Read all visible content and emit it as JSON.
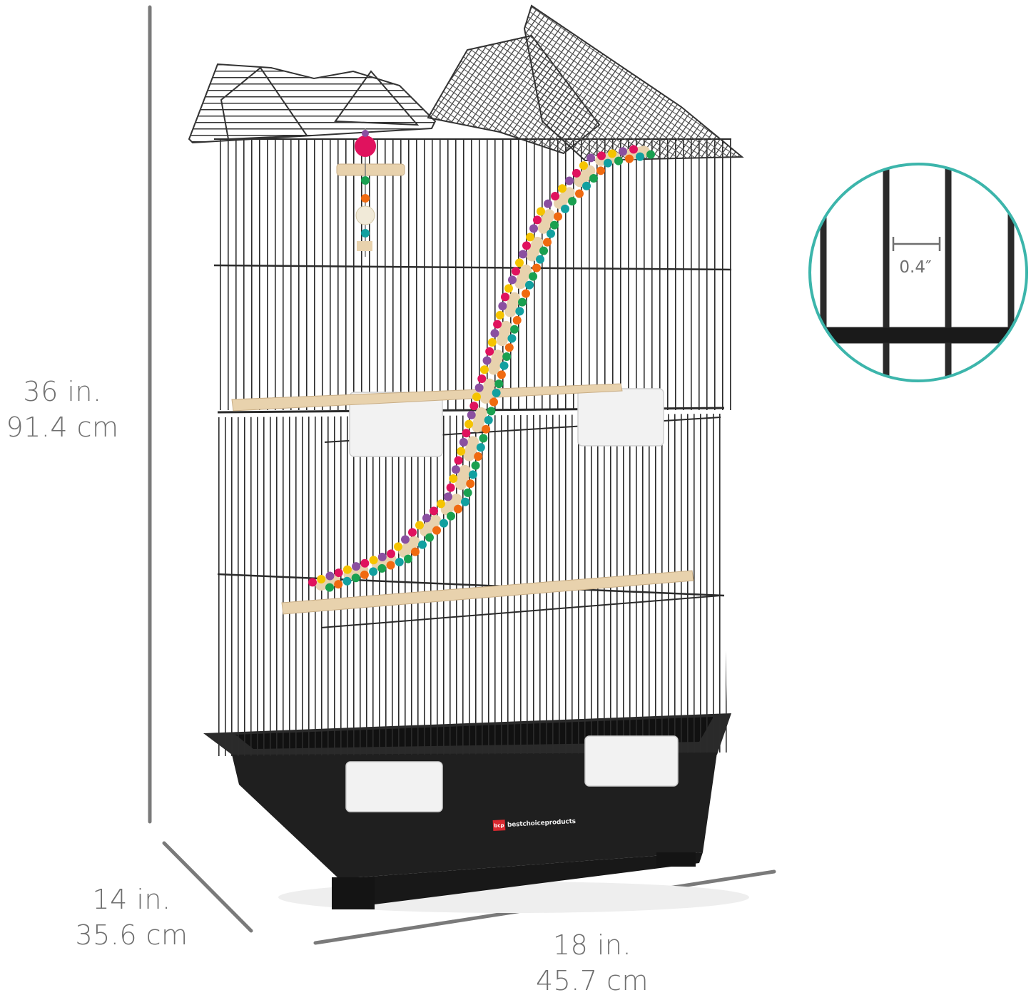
{
  "image": {
    "subject": "Black wire bird cage with house-shaped roof, wooden perches, colorful bead ladder, white feeder cups and black plastic tray base",
    "background_color": "#ffffff"
  },
  "dimensions": {
    "height": {
      "imperial": "36 in.",
      "metric": "91.4 cm"
    },
    "depth": {
      "imperial": "14 in.",
      "metric": "35.6 cm"
    },
    "width": {
      "imperial": "18 in.",
      "metric": "45.7 cm"
    },
    "line_color": "#7a7a7a"
  },
  "inset": {
    "label": "0.4″",
    "description": "Bar spacing close-up",
    "ring_color": "#3cb5ab"
  },
  "brand": {
    "logo_text": "bcp",
    "name": "bestchoiceproducts",
    "logo_color": "#d7282f"
  },
  "colors": {
    "wire": "#2a2a2a",
    "tray": "#1e1e1e",
    "perch": "#e6cfa8",
    "cup": "#f2f2f2",
    "beads": [
      "#e0125e",
      "#1aa050",
      "#f5c400",
      "#f06a10",
      "#8a4fa0",
      "#12a0a0"
    ]
  }
}
